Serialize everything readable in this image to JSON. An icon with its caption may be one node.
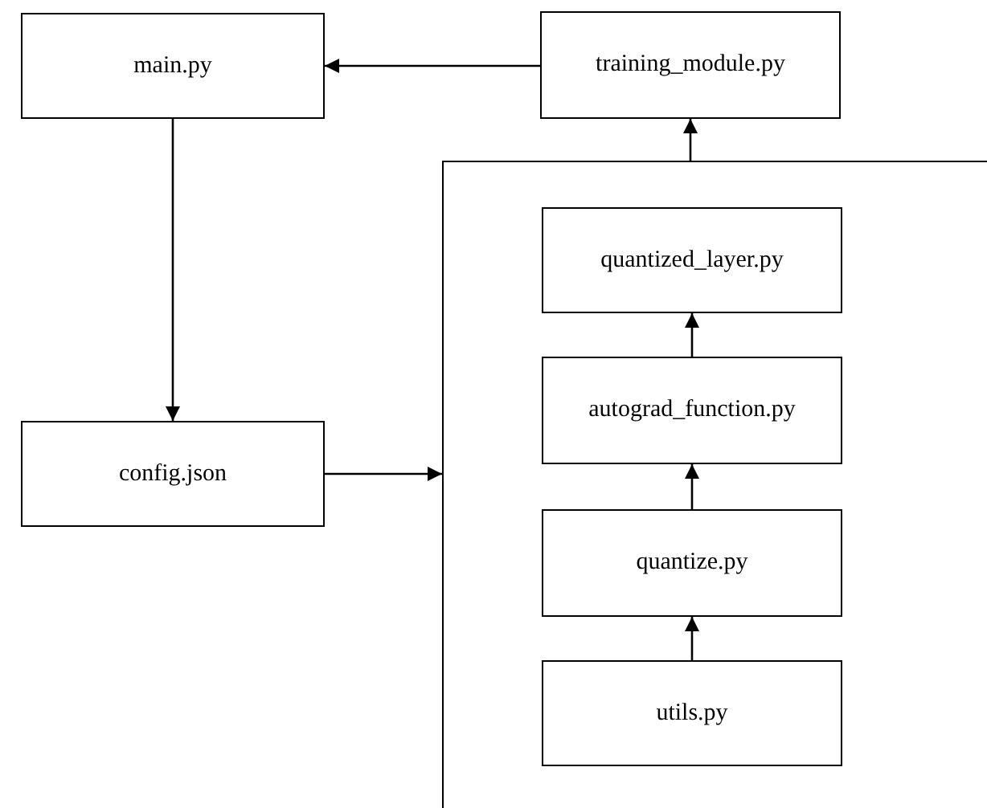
{
  "diagram": {
    "nodes": [
      {
        "text": [
          "main.py"
        ]
      },
      {
        "text": [
          "training_module.py"
        ]
      },
      {
        "text": [
          "config.json"
        ]
      },
      {
        "text": [],
        "shape": "box"
      },
      {
        "text": [
          "quantized_layer.py"
        ],
        "in": 3
      },
      {
        "text": [
          "autograd_function.py"
        ],
        "in": 3
      },
      {
        "text": [
          "quantize.py"
        ],
        "in": 3
      },
      {
        "text": [
          "utils.py"
        ],
        "in": 3
      }
    ],
    "edges": [
      {
        "from": 1,
        "to": 0,
        "arrow": "to"
      },
      {
        "from": 0,
        "to": 2,
        "arrow": "to"
      },
      {
        "from": 2,
        "to": 3,
        "arrow": "to"
      },
      {
        "from": 3,
        "to": 1,
        "arrow": "to"
      },
      {
        "from": 7,
        "to": 6,
        "arrow": "to"
      },
      {
        "from": 6,
        "to": 5,
        "arrow": "to"
      },
      {
        "from": 5,
        "to": 4,
        "arrow": "to"
      }
    ]
  }
}
